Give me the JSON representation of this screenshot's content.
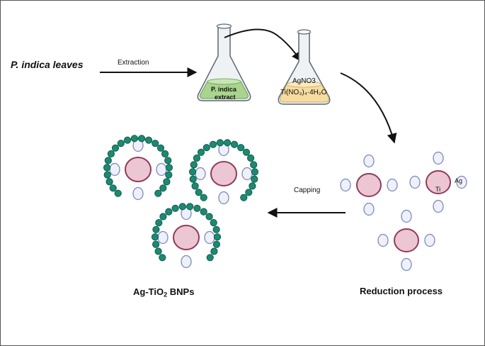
{
  "labels": {
    "leaves": "P. indica leaves",
    "extraction": "Extraction",
    "extract_line1": "P. indica",
    "extract_line2": "extract",
    "agno3": "AgNO3",
    "ti_salt": "Ti(NO₃)₄·4H₂O",
    "capping": "Capping",
    "ti": "Ti",
    "ag": "Ag",
    "product_prefix": "Ag-TiO",
    "product_sub": "2",
    "product_suffix": " BNPs",
    "reduction": "Reduction process"
  },
  "colors": {
    "line": "#111111",
    "flask_glass": "#eef2f4",
    "flask_outline": "#5b6770",
    "extract_fill": "#a9d48e",
    "salt_fill": "#f6dca0",
    "ti_core_fill": "#ecc6d2",
    "ti_core_stroke": "#8f3b5c",
    "ag_fill": "#eef0fb",
    "ag_stroke": "#7d89b8",
    "capping_bead": "#1c8a72",
    "capping_bead_stroke": "#0d5a49"
  }
}
